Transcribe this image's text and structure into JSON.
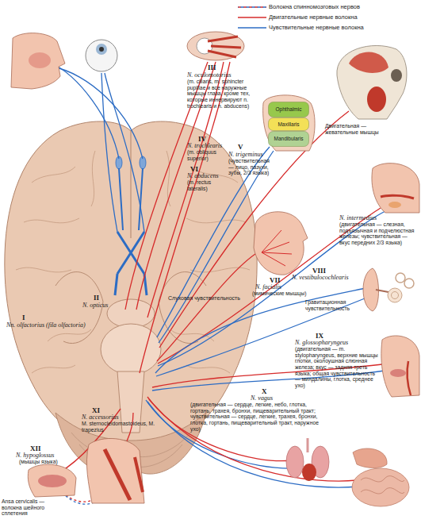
{
  "diagram": {
    "nodes": [
      {
        "text": [
          "Ophthalmic"
        ]
      },
      {
        "text": [
          "Maxillaris"
        ]
      },
      {
        "text": [
          "Mandibularis"
        ]
      }
    ],
    "labels": [
      "I",
      "Nn. olfactorius (fila olfactoria)",
      "II",
      "N. opticus",
      "III",
      "N. oculomotorius",
      "(m. ciliaris, m. sphincter pupillae и все наружные мышцы глаза, кроме тех, которые иннервируют n. trochlearis и n. abducens)",
      "IV",
      "N. trochlearis",
      "(m. obliquus superior)",
      "V",
      "N. trigeminus",
      "(чувствительная — лицо, пазухи, зубы, 2/3 языка)",
      "VI",
      "N. abducens",
      "(m. rectus lateralis)",
      "Двигательная — жевательные мышцы",
      "N. intermedius",
      "(двигательная — слезная, подъязычная и подчелюстная железы; чувствительная — вкус передних 2/3 языка)",
      "VII",
      "N. facialis",
      "(мимические мышцы)",
      "VIII",
      "N. vestibulocochlearis",
      "Слуховая чувствительность",
      "Гравитационная чувствительность",
      "IX",
      "N. glossopharyngeus",
      "(двигательная — m. stylopharyngeus, верхние мышцы глотки, околоушная слюнная железа; вкус — задняя треть языка; общая чувствительность — миндалины, глотка, среднее ухо)",
      "X",
      "N. vagus",
      "(двигательная — сердце, легкие, небо, глотка, гортань, трахея, бронхи, пищеварительный тракт; чувствительная — сердце, легкие, трахея, бронхи, глотка, гортань, пищеварительный тракт, наружное ухо)",
      "XI",
      "N. accessorius",
      "M. sternocleidomastoideus, M. trapezius",
      "XII",
      "N. hypoglossus",
      "(мышцы языка)",
      "Ansa cervicalis — волокна шейного сплетения"
    ],
    "legend": [
      {
        "text": "Волокна спинномозговых нервов"
      },
      {
        "text": "Двигательные нервные волокна"
      },
      {
        "text": "Чувствительные нервные волокна"
      }
    ]
  }
}
